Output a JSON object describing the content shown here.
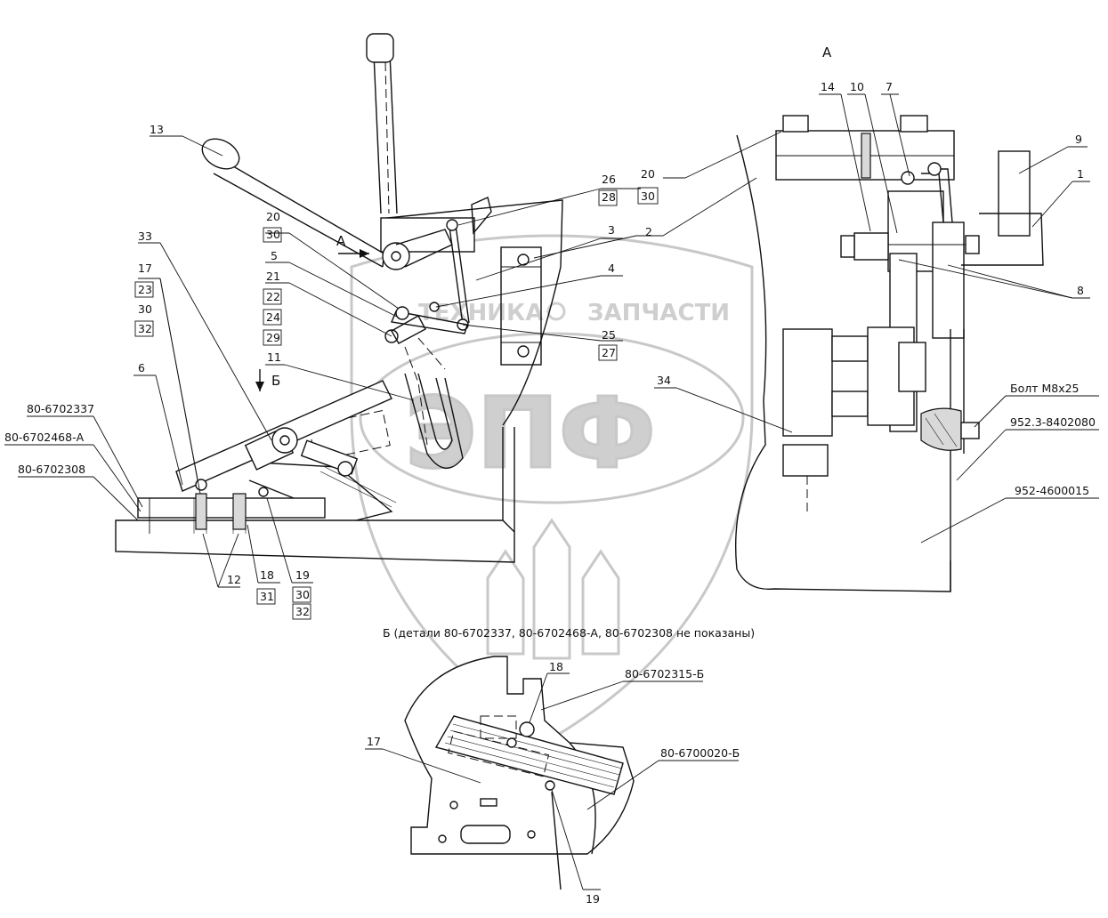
{
  "view_titles": {
    "view_a": "А",
    "view_b": "Б (детали 80-6702337, 80-6702468-А, 80-6702308 не показаны)"
  },
  "section_arrows": {
    "arrow_a": "А",
    "arrow_b": "Б"
  },
  "watermark": {
    "brand_left": "ТЕХНИКА",
    "brand_right": "ЗАПЧАСТИ",
    "logo": "ЭПФ"
  },
  "callouts_main": {
    "c13": "13",
    "c26": "26",
    "c28": "28",
    "c20a": "20",
    "c30a": "30",
    "c3": "3",
    "c4": "4",
    "c20b": "20",
    "c30b": "30",
    "c5": "5",
    "c21": "21",
    "c22": "22",
    "c24": "24",
    "c29": "29",
    "c25": "25",
    "c27": "27",
    "c33": "33",
    "c17": "17",
    "c23": "23",
    "c30c": "30",
    "c32a": "32",
    "c6": "6",
    "c11": "11",
    "c2": "2",
    "p1": "80-6702337",
    "p2": "80-6702468-А",
    "p3": "80-6702308",
    "c12": "12",
    "c18": "18",
    "c31": "31",
    "c19": "19",
    "c30d": "30",
    "c32b": "32"
  },
  "callouts_view_a": {
    "c14": "14",
    "c10": "10",
    "c7": "7",
    "c9": "9",
    "c1": "1",
    "c8": "8",
    "c34": "34",
    "bolt": "Болт М8х25",
    "p4": "952.3-8402080",
    "p5": "952-4600015"
  },
  "callouts_view_b": {
    "c18": "18",
    "p6": "80-6702315-Б",
    "c17": "17",
    "p7": "80-6700020-Б",
    "c19": "19"
  }
}
